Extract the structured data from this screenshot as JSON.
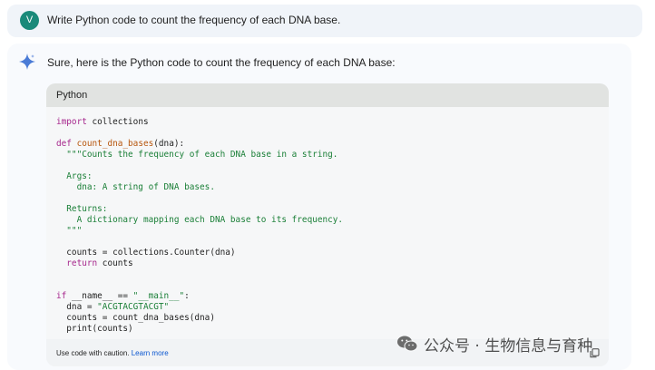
{
  "user": {
    "avatar_letter": "V"
  },
  "prompt": {
    "text": "Write Python code to count the frequency of each DNA base."
  },
  "response": {
    "intro": "Sure, here is the Python code to count the frequency of each DNA base:",
    "code_block": {
      "language": "Python",
      "lines": {
        "l1_kw": "import",
        "l1_rest": " collections",
        "l2_kw": "def",
        "l2_fn": "count_dna_bases",
        "l2_rest": "(dna):",
        "l3": "  \"\"\"Counts the frequency of each DNA base in a string.",
        "l4": "  Args:",
        "l5": "    dna: A string of DNA bases.",
        "l6": "  Returns:",
        "l7": "    A dictionary mapping each DNA base to its frequency.",
        "l8": "  \"\"\"",
        "l9": "  counts = collections.Counter(dna)",
        "l10_kw": "  return",
        "l10_rest": " counts",
        "l11_kw": "if",
        "l11_mid": " __name__ == ",
        "l11_str": "\"__main__\"",
        "l11_end": ":",
        "l12_pre": "  dna = ",
        "l12_str": "\"ACGTACGTACGT\"",
        "l13": "  counts = count_dna_bases(dna)",
        "l14": "  print(counts)"
      },
      "footer_text": "Use code with caution.",
      "learn_more": "Learn more"
    }
  },
  "watermark": {
    "text": "公众号 · 生物信息与育种"
  },
  "icons": {
    "sparkle": "gemini-sparkle-icon",
    "copy": "copy-icon",
    "wechat": "wechat-icon"
  },
  "colors": {
    "avatar": "#1a8a7a",
    "keyword": "#a6268c",
    "function": "#b7560d",
    "string": "#1a7f37",
    "link": "#0b57d0"
  }
}
